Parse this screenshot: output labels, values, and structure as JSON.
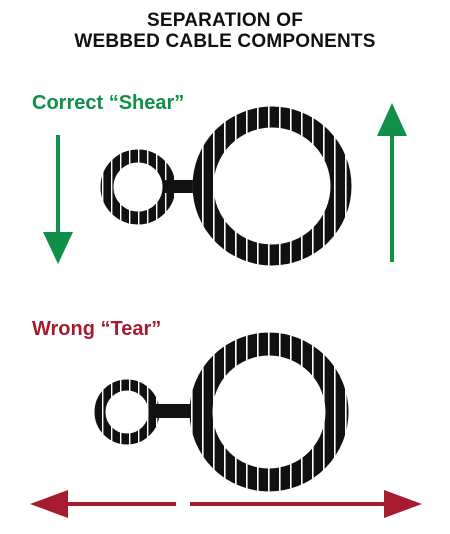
{
  "title": {
    "line1": "SEPARATION OF",
    "line2": "WEBBED CABLE COMPONENTS"
  },
  "correct": {
    "label": "Correct “Shear”",
    "color": "#0f8f48"
  },
  "wrong": {
    "label": "Wrong “Tear”",
    "color": "#a51c30"
  },
  "cable_color": "#111111"
}
